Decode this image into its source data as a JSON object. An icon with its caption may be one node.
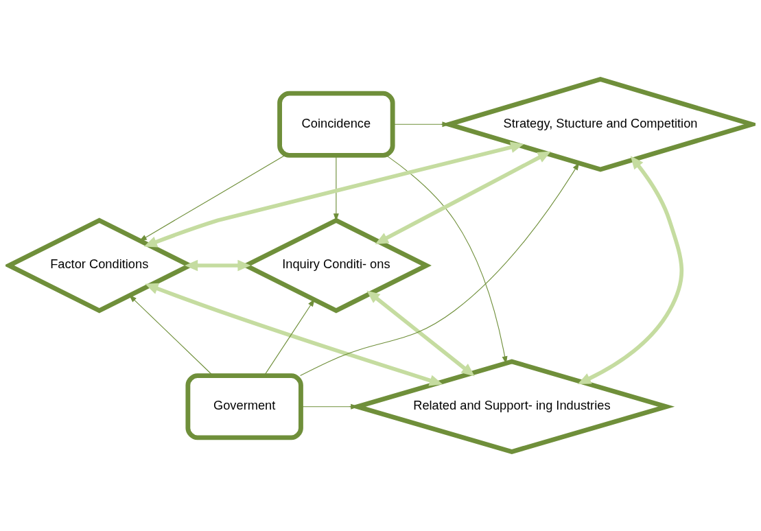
{
  "diagram": {
    "nodes": [
      {
        "text": [
          "Coincidence"
        ]
      },
      {
        "text": [
          "Strategy, Stucture and Competition"
        ]
      },
      {
        "text": [
          "Factor Conditions"
        ]
      },
      {
        "text": [
          "Inquiry Conditi- ons"
        ]
      },
      {
        "text": [
          "Related and Support- ing Industries"
        ]
      },
      {
        "text": [
          "Goverment"
        ]
      }
    ],
    "edges": [
      {
        "from": 0,
        "to": 1,
        "arrow": "to"
      },
      {
        "from": 0,
        "to": 2,
        "arrow": "to"
      },
      {
        "from": 0,
        "to": 3,
        "arrow": "to"
      },
      {
        "from": 0,
        "to": 4,
        "arrow": "to"
      },
      {
        "from": 1,
        "to": 2,
        "arrow": "both",
        "style": "thick",
        "color": "#c5dca0"
      },
      {
        "from": 1,
        "to": 3,
        "arrow": "both",
        "style": "thick",
        "color": "#c5dca0"
      },
      {
        "from": 1,
        "to": 4,
        "arrow": "both",
        "style": "thick",
        "color": "#c5dca0"
      },
      {
        "from": 2,
        "to": 3,
        "arrow": "both",
        "style": "thick",
        "color": "#c5dca0"
      },
      {
        "from": 2,
        "to": 4,
        "arrow": "both",
        "style": "thick",
        "color": "#c5dca0"
      },
      {
        "from": 3,
        "to": 4,
        "arrow": "both",
        "style": "thick",
        "color": "#c5dca0"
      },
      {
        "from": 5,
        "to": 3,
        "arrow": "to"
      },
      {
        "from": 5,
        "to": 4,
        "arrow": "to"
      },
      {
        "from": 5,
        "to": 1,
        "arrow": "to"
      },
      {
        "from": 5,
        "to": 2,
        "arrow": "to"
      }
    ]
  }
}
